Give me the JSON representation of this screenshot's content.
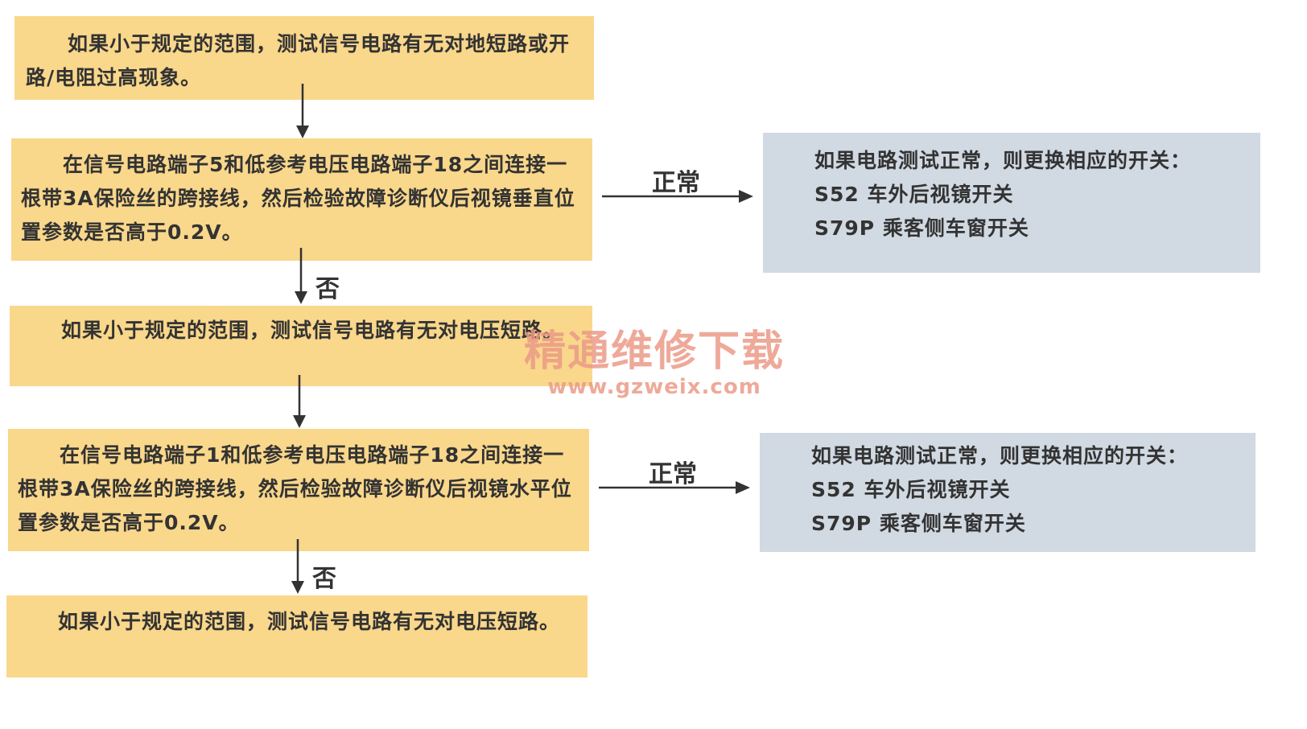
{
  "flow": {
    "box1": {
      "text": "如果小于规定的范围，测试信号电路有无对地短路或开路/电阻过高现象。"
    },
    "box2": {
      "text": "在信号电路端子5和低参考电压电路端子18之间连接一根带3A保险丝的跨接线，然后检验故障诊断仪后视镜垂直位置参数是否高于0.2V。"
    },
    "box3": {
      "text": "如果小于规定的范围，测试信号电路有无对电压短路。"
    },
    "box4": {
      "text": "在信号电路端子1和低参考电压电路端子18之间连接一根带3A保险丝的跨接线，然后检验故障诊断仪后视镜水平位置参数是否高于0.2V。"
    },
    "box5": {
      "text": "如果小于规定的范围，测试信号电路有无对电压短路。"
    },
    "side1": {
      "line1": "如果电路测试正常，则更换相应的开关：",
      "line2": "S52 车外后视镜开关",
      "line3": "S79P 乘客侧车窗开关"
    },
    "side2": {
      "line1": "如果电路测试正常，则更换相应的开关：",
      "line2": "S52 车外后视镜开关",
      "line3": "S79P 乘客侧车窗开关"
    },
    "labels": {
      "normal1": "正常",
      "no1": "否",
      "normal2": "正常",
      "no2": "否"
    }
  },
  "watermark": {
    "title": "精通维修下载",
    "url": "www.gzweix.com"
  },
  "colors": {
    "step_box": "#f9d78b",
    "result_box": "#d1d9e2",
    "arrow": "#333333",
    "watermark": "#ec9b88"
  }
}
